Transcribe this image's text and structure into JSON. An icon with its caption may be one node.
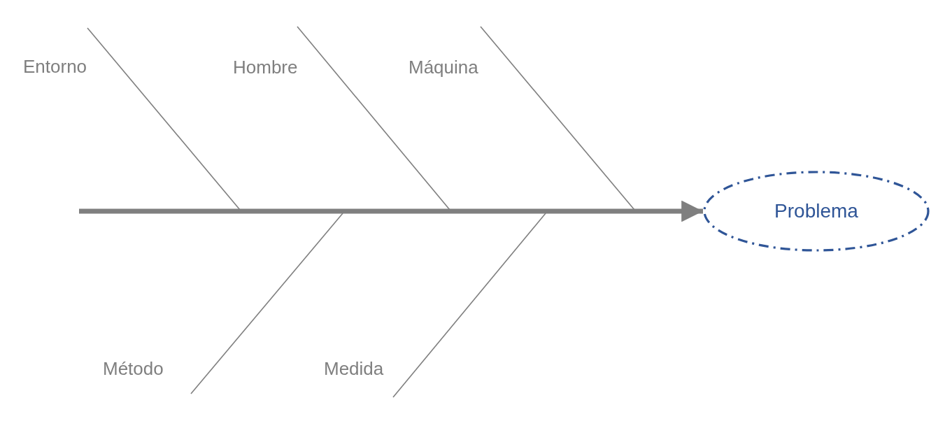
{
  "diagram": {
    "nodes": [
      {
        "text": [
          "Entorno"
        ]
      },
      {
        "text": [
          "Hombre"
        ]
      },
      {
        "text": [
          "Máquina"
        ]
      },
      {
        "text": [
          "Método"
        ]
      },
      {
        "text": [
          "Medida"
        ]
      },
      {
        "text": [
          "Problema"
        ]
      }
    ],
    "edges": [
      {
        "from": 0,
        "to": null,
        "arrow": "none"
      },
      {
        "from": 1,
        "to": null,
        "arrow": "none"
      },
      {
        "from": 2,
        "to": null,
        "arrow": "none"
      },
      {
        "from": 3,
        "to": null,
        "arrow": "none"
      },
      {
        "from": 4,
        "to": null,
        "arrow": "none"
      },
      {
        "from": null,
        "to": 5,
        "arrow": "to",
        "style": "thick"
      }
    ]
  }
}
